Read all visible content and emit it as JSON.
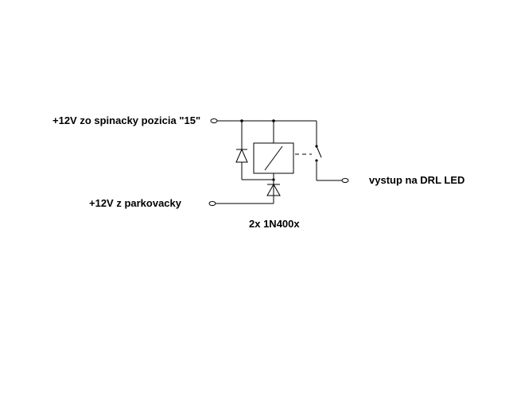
{
  "labels": {
    "input_ignition": "+12V zo spinacky pozicia \"15\"",
    "input_parking": "+12V z parkovacky",
    "output_drl": "vystup na DRL LED",
    "diodes": "2x 1N400x"
  },
  "colors": {
    "background": "#ffffff",
    "ink": "#000000"
  }
}
